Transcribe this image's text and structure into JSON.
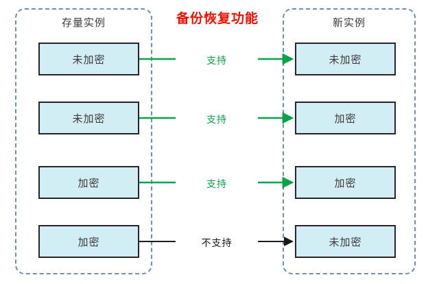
{
  "headline": "备份恢复功能",
  "groups": {
    "legacy": {
      "title": "存量实例"
    },
    "new": {
      "title": "新实例"
    }
  },
  "colors": {
    "node_fill": "#d3edf4",
    "node_border": "#262626",
    "group_border": "#6e90b0",
    "headline": "#f01000",
    "supported": "#07a24a",
    "not_supported": "#1a1a1a"
  },
  "rows": [
    {
      "source": "未加密",
      "label": "支持",
      "target": "未加密",
      "status": "supported"
    },
    {
      "source": "未加密",
      "label": "支持",
      "target": "加密",
      "status": "supported"
    },
    {
      "source": "加密",
      "label": "支持",
      "target": "加密",
      "status": "supported"
    },
    {
      "source": "加密",
      "label": "不支持",
      "target": "未加密",
      "status": "not-supported"
    }
  ]
}
